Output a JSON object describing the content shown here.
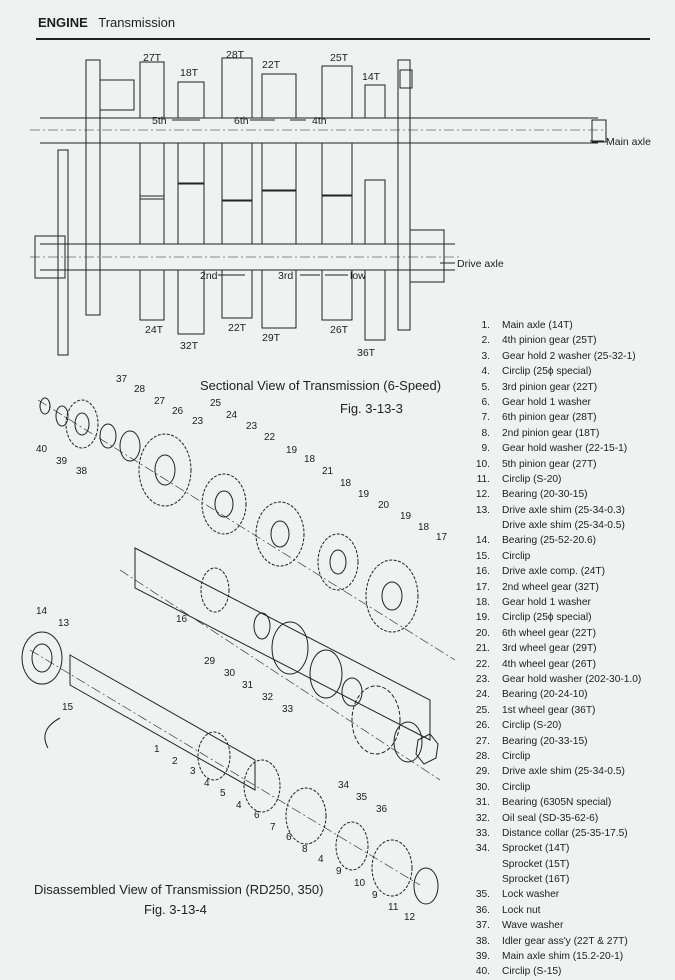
{
  "header": {
    "section": "ENGINE",
    "title": "Transmission"
  },
  "sectional": {
    "caption": "Sectional View of Transmission (6-Speed)",
    "fig_no": "Fig. 3-13-3",
    "teeth_top": [
      "27T",
      "18T",
      "28T",
      "22T",
      "25T",
      "14T"
    ],
    "teeth_bottom": [
      "24T",
      "32T",
      "22T",
      "29T",
      "26T",
      "36T"
    ],
    "speeds_top": [
      "5th",
      "6th",
      "4th"
    ],
    "speeds_bottom": [
      "2nd",
      "3rd",
      "low"
    ],
    "main_axle_label": "Main axle",
    "drive_axle_label": "Drive axle"
  },
  "disassembled": {
    "caption": "Disassembled View of Transmission (RD250, 350)",
    "fig_no": "Fig. 3-13-4",
    "callouts": [
      "40",
      "39",
      "38",
      "37",
      "28",
      "27",
      "26",
      "25",
      "24",
      "23",
      "23",
      "22",
      "19",
      "18",
      "21",
      "18",
      "19",
      "20",
      "19",
      "18",
      "17",
      "16",
      "14",
      "13",
      "15",
      "29",
      "30",
      "31",
      "32",
      "33",
      "34",
      "35",
      "36",
      "1",
      "2",
      "3",
      "4",
      "5",
      "4",
      "6",
      "7",
      "6",
      "8",
      "4",
      "9",
      "10",
      "9",
      "11",
      "12"
    ]
  },
  "parts": [
    {
      "no": "1.",
      "name": "Main axle (14T)"
    },
    {
      "no": "2.",
      "name": "4th pinion gear (25T)"
    },
    {
      "no": "3.",
      "name": "Gear hold 2 washer (25-32-1)"
    },
    {
      "no": "4.",
      "name": "Circlip (25ϕ special)"
    },
    {
      "no": "5.",
      "name": "3rd pinion gear (22T)"
    },
    {
      "no": "6.",
      "name": "Gear hold 1 washer"
    },
    {
      "no": "7.",
      "name": "6th pinion gear (28T)"
    },
    {
      "no": "8.",
      "name": "2nd pinion gear (18T)"
    },
    {
      "no": "9.",
      "name": "Gear hold washer (22-15-1)"
    },
    {
      "no": "10.",
      "name": "5th pinion gear (27T)"
    },
    {
      "no": "11.",
      "name": "Circlip (S-20)"
    },
    {
      "no": "12.",
      "name": "Bearing (20-30-15)"
    },
    {
      "no": "13.",
      "name": "Drive axle shim (25-34-0.3)"
    },
    {
      "no": "",
      "name": "Drive axle shim (25-34-0.5)"
    },
    {
      "no": "14.",
      "name": "Bearing (25-52-20.6)"
    },
    {
      "no": "15.",
      "name": "Circlip"
    },
    {
      "no": "16.",
      "name": "Drive axle comp. (24T)"
    },
    {
      "no": "17.",
      "name": "2nd wheel gear (32T)"
    },
    {
      "no": "18.",
      "name": "Gear hold 1 washer"
    },
    {
      "no": "19.",
      "name": "Circlip (25ϕ special)"
    },
    {
      "no": "20.",
      "name": "6th wheel gear (22T)"
    },
    {
      "no": "21.",
      "name": "3rd wheel gear (29T)"
    },
    {
      "no": "22.",
      "name": "4th wheel gear (26T)"
    },
    {
      "no": "23.",
      "name": "Gear hold washer (202-30-1.0)"
    },
    {
      "no": "24.",
      "name": "Bearing (20-24-10)"
    },
    {
      "no": "25.",
      "name": "1st wheel gear (36T)"
    },
    {
      "no": "26.",
      "name": "Circlip (S-20)"
    },
    {
      "no": "27.",
      "name": "Bearing (20-33-15)"
    },
    {
      "no": "28.",
      "name": "Circlip"
    },
    {
      "no": "29.",
      "name": "Drive axle shim (25-34-0.5)"
    },
    {
      "no": "30.",
      "name": "Circlip"
    },
    {
      "no": "31.",
      "name": "Bearing (6305N special)"
    },
    {
      "no": "32.",
      "name": "Oil seal (SD-35-62-6)"
    },
    {
      "no": "33.",
      "name": "Distance collar (25-35-17.5)"
    },
    {
      "no": "34.",
      "name": "Sprocket (14T)"
    },
    {
      "no": "",
      "name": "Sprocket (15T)"
    },
    {
      "no": "",
      "name": "Sprocket (16T)"
    },
    {
      "no": "35.",
      "name": "Lock washer"
    },
    {
      "no": "36.",
      "name": "Lock nut"
    },
    {
      "no": "37.",
      "name": "Wave washer"
    },
    {
      "no": "38.",
      "name": "Idler gear ass'y (22T & 27T)"
    },
    {
      "no": "39.",
      "name": "Main axle shim (15.2-20-1)"
    },
    {
      "no": "40.",
      "name": "Circlip (S-15)"
    }
  ]
}
